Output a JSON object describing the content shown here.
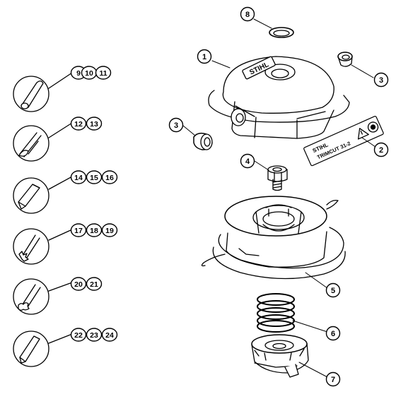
{
  "callouts": {
    "c1": "1",
    "c2": "2",
    "c3a": "3",
    "c3b": "3",
    "c4": "4",
    "c5": "5",
    "c6": "6",
    "c7": "7",
    "c8": "8",
    "c9": "9",
    "c10": "10",
    "c11": "11",
    "c12": "12",
    "c13": "13",
    "c14": "14",
    "c15": "15",
    "c16": "16",
    "c17": "17",
    "c18": "18",
    "c19": "19",
    "c20": "20",
    "c21": "21",
    "c22": "22",
    "c23": "23",
    "c24": "24"
  },
  "logos": {
    "cover_logo": "STIHL",
    "label_line1": "STIHL",
    "label_line2": "TRIMCUT 31-2"
  }
}
